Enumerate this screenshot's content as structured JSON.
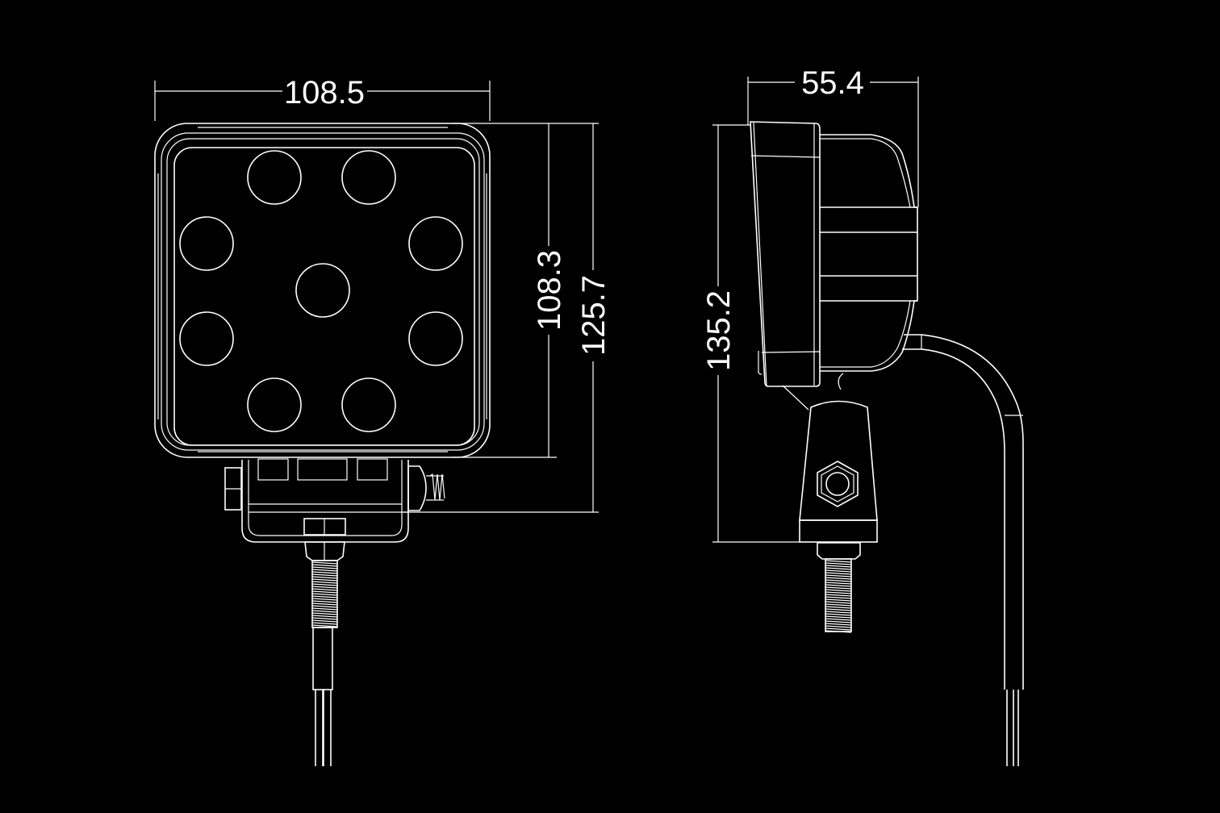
{
  "colors": {
    "background": "#000000",
    "line": "#ffffff"
  },
  "front_view": {
    "width_label": "108.5",
    "lens_height_label": "108.3",
    "total_height_label": "125.7",
    "led_count": 9
  },
  "side_view": {
    "depth_label": "55.4",
    "height_label": "135.2"
  }
}
